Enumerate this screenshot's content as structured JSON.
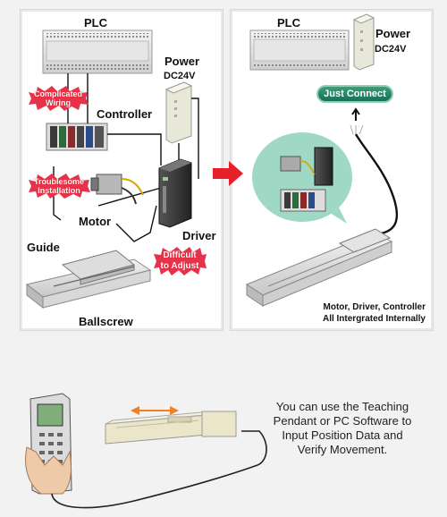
{
  "left_panel": {
    "plc_label": "PLC",
    "power_label": "Power",
    "power_voltage": "DC24V",
    "controller_label": "Controller",
    "motor_label": "Motor",
    "driver_label": "Driver",
    "guide_label": "Guide",
    "ballscrew_label": "Ballscrew",
    "badge_wiring": [
      "Complicated",
      "Wiring"
    ],
    "badge_installation": [
      "Troublesome",
      "Installation"
    ],
    "badge_adjust": [
      "Difficult",
      "to Adjust"
    ]
  },
  "right_panel": {
    "plc_label": "PLC",
    "power_label": "Power",
    "power_voltage": "DC24V",
    "just_connect": "Just Connect",
    "integrated_line1": "Motor, Driver, Controller",
    "integrated_line2": "All Intergrated Internally"
  },
  "bottom": {
    "teaching_text": [
      "You can use the Teaching",
      "Pendant or PC Software to",
      "Input Position Data and",
      "Verify Movement."
    ]
  },
  "colors": {
    "arrow": "#e8202a",
    "badge": "#e8324a",
    "bubble": "#9fd8c4",
    "just_connect": "#1f8062"
  }
}
